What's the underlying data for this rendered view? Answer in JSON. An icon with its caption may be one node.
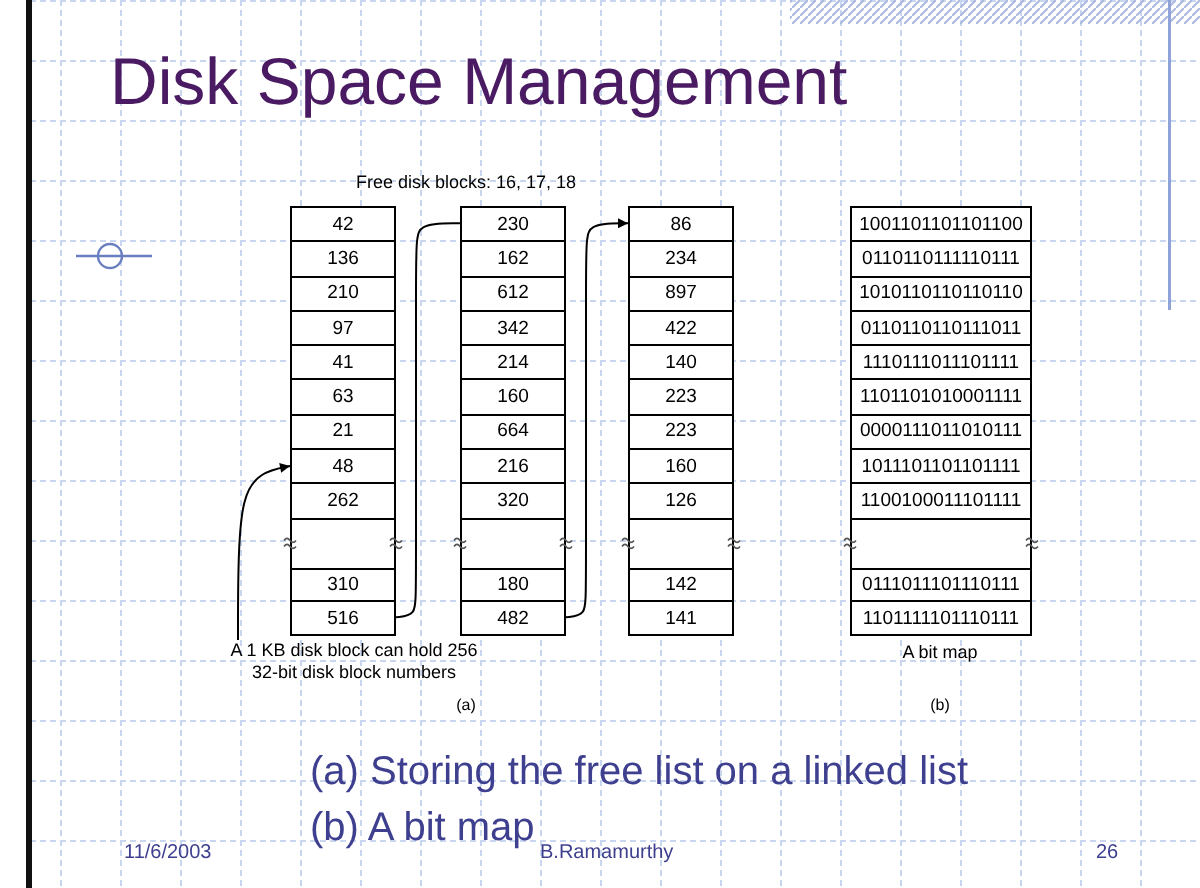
{
  "diagram": {
    "title": "Disk Space Management",
    "nodes": [
      {
        "text": [],
        "shape": "box"
      },
      {
        "text": [
          "42"
        ],
        "in": 0
      },
      {
        "text": [
          "136"
        ],
        "in": 0
      },
      {
        "text": [
          "210"
        ],
        "in": 0
      },
      {
        "text": [
          "97"
        ],
        "in": 0
      },
      {
        "text": [
          "41"
        ],
        "in": 0
      },
      {
        "text": [
          "63"
        ],
        "in": 0
      },
      {
        "text": [
          "21"
        ],
        "in": 0
      },
      {
        "text": [
          "48"
        ],
        "in": 0
      },
      {
        "text": [
          "262"
        ],
        "in": 0
      },
      {
        "text": [
          "310"
        ],
        "in": 0
      },
      {
        "text": [
          "516"
        ],
        "in": 0
      },
      {
        "text": [],
        "shape": "box"
      },
      {
        "text": [
          "230"
        ],
        "in": 12
      },
      {
        "text": [
          "162"
        ],
        "in": 12
      },
      {
        "text": [
          "612"
        ],
        "in": 12
      },
      {
        "text": [
          "342"
        ],
        "in": 12
      },
      {
        "text": [
          "214"
        ],
        "in": 12
      },
      {
        "text": [
          "160"
        ],
        "in": 12
      },
      {
        "text": [
          "664"
        ],
        "in": 12
      },
      {
        "text": [
          "216"
        ],
        "in": 12
      },
      {
        "text": [
          "320"
        ],
        "in": 12
      },
      {
        "text": [
          "180"
        ],
        "in": 12
      },
      {
        "text": [
          "482"
        ],
        "in": 12
      },
      {
        "text": [],
        "shape": "box"
      },
      {
        "text": [
          "86"
        ],
        "in": 24
      },
      {
        "text": [
          "234"
        ],
        "in": 24
      },
      {
        "text": [
          "897"
        ],
        "in": 24
      },
      {
        "text": [
          "422"
        ],
        "in": 24
      },
      {
        "text": [
          "140"
        ],
        "in": 24
      },
      {
        "text": [
          "223"
        ],
        "in": 24
      },
      {
        "text": [
          "223"
        ],
        "in": 24
      },
      {
        "text": [
          "160"
        ],
        "in": 24
      },
      {
        "text": [
          "126"
        ],
        "in": 24
      },
      {
        "text": [
          "142"
        ],
        "in": 24
      },
      {
        "text": [
          "141"
        ],
        "in": 24
      },
      {
        "text": [],
        "shape": "box"
      },
      {
        "text": [
          "1001101101101100"
        ],
        "in": 36
      },
      {
        "text": [
          "0110110111110111"
        ],
        "in": 36
      },
      {
        "text": [
          "1010110110110110"
        ],
        "in": 36
      },
      {
        "text": [
          "0110110110111011"
        ],
        "in": 36
      },
      {
        "text": [
          "1110111011101111"
        ],
        "in": 36
      },
      {
        "text": [
          "1101101010001111"
        ],
        "in": 36
      },
      {
        "text": [
          "0000111011010111"
        ],
        "in": 36
      },
      {
        "text": [
          "1011101101101111"
        ],
        "in": 36
      },
      {
        "text": [
          "1100100011101111"
        ],
        "in": 36
      },
      {
        "text": [
          "0111011101110111"
        ],
        "in": 36
      },
      {
        "text": [
          "1101111101110111"
        ],
        "in": 36
      },
      {
        "text": [
          "A 1 KB disk block can hold 256 32-bit disk block numbers"
        ]
      }
    ],
    "edges": [
      {
        "from": 11,
        "to": 13,
        "arrow": "none"
      },
      {
        "from": 23,
        "to": 25,
        "arrow": "to"
      },
      {
        "from": 48,
        "to": 0,
        "arrow": "to"
      }
    ],
    "labels": [
      "Free disk blocks: 16, 17, 18",
      "A bit map",
      "(a)",
      "(b)",
      "(a) Storing the free list on a linked list",
      "(b) A bit map",
      "11/6/2003",
      "B.Ramamurthy",
      "26"
    ]
  }
}
